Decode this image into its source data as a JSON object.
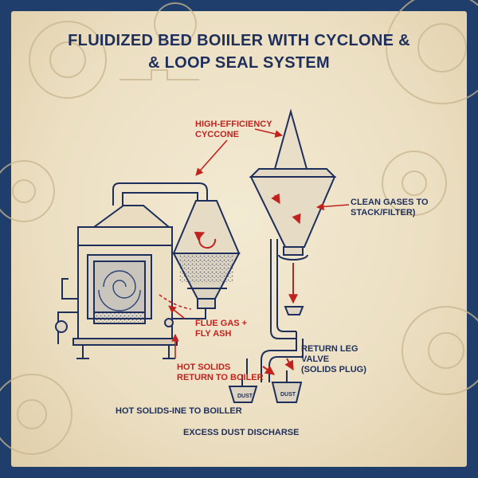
{
  "title_line1": "FLUIDIZED BED BOIILER WITH CYCLONE   &",
  "title_line2": "& LOOP SEAL SYSTEM",
  "labels": {
    "cyclone": "HIGH-EFFICIENCY\nCYCCONE",
    "clean_gases": "CLEAN GASES TO\nSTACK/FILTER)",
    "flue_gas": "FLUE GAS +\nFLY ASH",
    "hot_solids": "HOT SOLIDS\nRETURN TO BOILER",
    "return_leg": "RETURN LEG\nVALVE\n(SOLIDS PLUG)",
    "hot_solids_line": "HOT SOLIDS-INE TO BOILLER",
    "excess_dust": "EXCESS DUST DISCHARSE",
    "dust_left": "DUST",
    "dust_right": "DUST"
  },
  "colors": {
    "ink": "#1e2f5c",
    "accent": "#c0231e",
    "paper": "#efe4c9",
    "frame": "#1f3e6b"
  }
}
